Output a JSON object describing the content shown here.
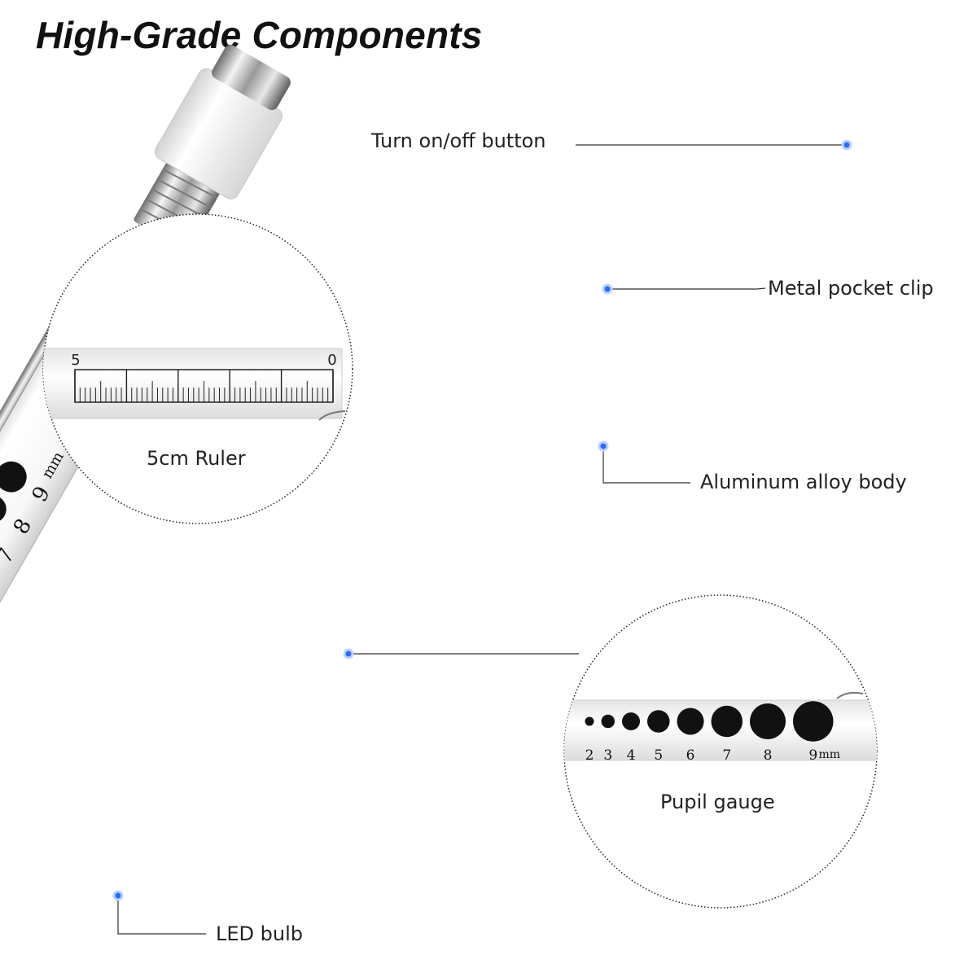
{
  "title": "High-Grade Components",
  "callouts": {
    "button": "Turn on/off button",
    "clip": "Metal pocket clip",
    "body": "Aluminum alloy body",
    "led": "LED bulb",
    "ruler": "5cm Ruler",
    "gauge": "Pupil gauge"
  },
  "ruler": {
    "left_number": "5",
    "right_number": "0"
  },
  "gauge": {
    "sizes": [
      "2",
      "3",
      "4",
      "5",
      "6",
      "7",
      "8",
      "9"
    ],
    "unit": "mm"
  },
  "colors": {
    "dot": "#2a6df4",
    "ink": "#111111",
    "line": "#333333"
  }
}
